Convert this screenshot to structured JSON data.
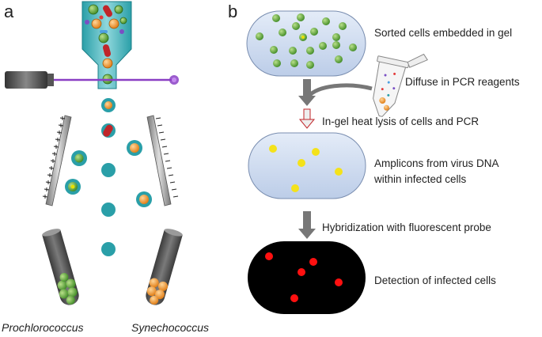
{
  "panel_a": {
    "label": "a",
    "tube_left_label": "Prochlorococcus",
    "tube_right_label": "Synechococcus"
  },
  "panel_b": {
    "label": "b",
    "steps": {
      "gel": "Sorted cells embedded in gel",
      "diffuse": "Diffuse in PCR reagents",
      "lysis": "In-gel heat lysis of cells and PCR",
      "amplicons_1": "Amplicons from virus DNA",
      "amplicons_2": "within infected cells",
      "hybridization": "Hybridization with fluorescent probe",
      "detection": "Detection of infected cells"
    }
  },
  "colors": {
    "teal": "#2a9fa8",
    "prochlorococcus_green": "#5aa33a",
    "synechococcus_orange": "#f0952a",
    "gel_blue": "#cfdcf0",
    "amplicon_yellow": "#f4e21a",
    "fluor_red": "#ff1010"
  }
}
